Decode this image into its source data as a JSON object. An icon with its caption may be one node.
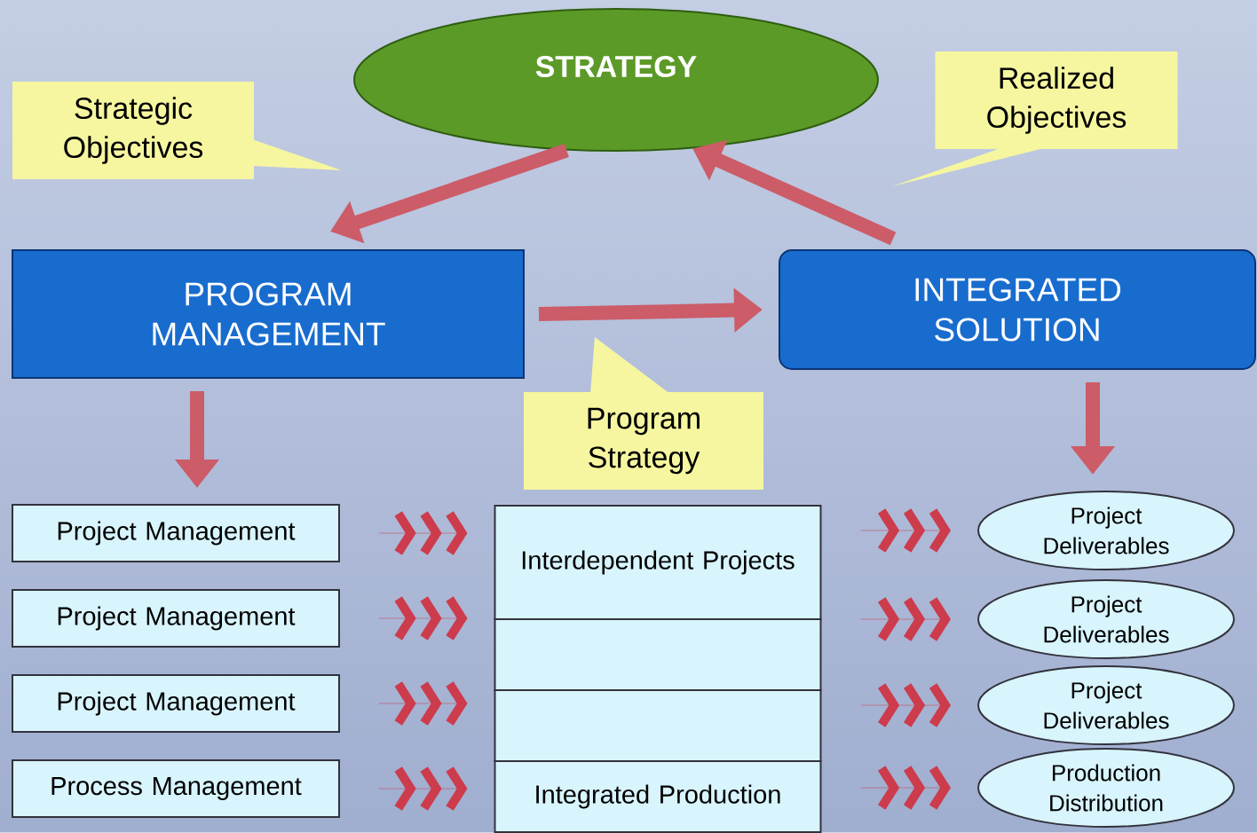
{
  "diagram": {
    "nodes": [
      {
        "text": [
          "STRATEGY"
        ]
      },
      {
        "text": [
          "Strategic Objectives"
        ]
      },
      {
        "text": [
          "Realized Objectives"
        ]
      },
      {
        "text": [
          "PROGRAM MANAGEMENT"
        ]
      },
      {
        "text": [
          "INTEGRATED SOLUTION"
        ]
      },
      {
        "text": [
          "Program Strategy"
        ]
      },
      {
        "text": [
          "Project Management"
        ]
      },
      {
        "text": [
          "Project Management"
        ]
      },
      {
        "text": [
          "Project Management"
        ]
      },
      {
        "text": [
          "Process Management"
        ]
      },
      {
        "text": [
          "Interdependent Projects"
        ]
      },
      {
        "text": [],
        "shape": "box"
      },
      {
        "text": [],
        "shape": "box"
      },
      {
        "text": [
          "Integrated Production"
        ]
      },
      {
        "text": [
          "Project Deliverables"
        ]
      },
      {
        "text": [
          "Project Deliverables"
        ]
      },
      {
        "text": [
          "Project Deliverables"
        ]
      },
      {
        "text": [
          "Production Distribution"
        ]
      }
    ],
    "edges": [
      {
        "from": 0,
        "to": 3,
        "arrow": "to",
        "style": "thick"
      },
      {
        "from": 4,
        "to": 0,
        "arrow": "to",
        "style": "thick"
      },
      {
        "from": 3,
        "to": 4,
        "arrow": "to",
        "style": "thick"
      },
      {
        "from": 3,
        "to": 6,
        "arrow": "to",
        "style": "thick"
      },
      {
        "from": 4,
        "to": 14,
        "arrow": "to",
        "style": "thick"
      },
      {
        "from": 6,
        "to": 10,
        "arrow": "to"
      },
      {
        "from": 7,
        "to": 11,
        "arrow": "to"
      },
      {
        "from": 8,
        "to": 12,
        "arrow": "to"
      },
      {
        "from": 9,
        "to": 13,
        "arrow": "to"
      },
      {
        "from": 10,
        "to": 14,
        "arrow": "to"
      },
      {
        "from": 11,
        "to": 15,
        "arrow": "to"
      },
      {
        "from": 12,
        "to": 16,
        "arrow": "to"
      },
      {
        "from": 13,
        "to": 17,
        "arrow": "to"
      }
    ]
  }
}
